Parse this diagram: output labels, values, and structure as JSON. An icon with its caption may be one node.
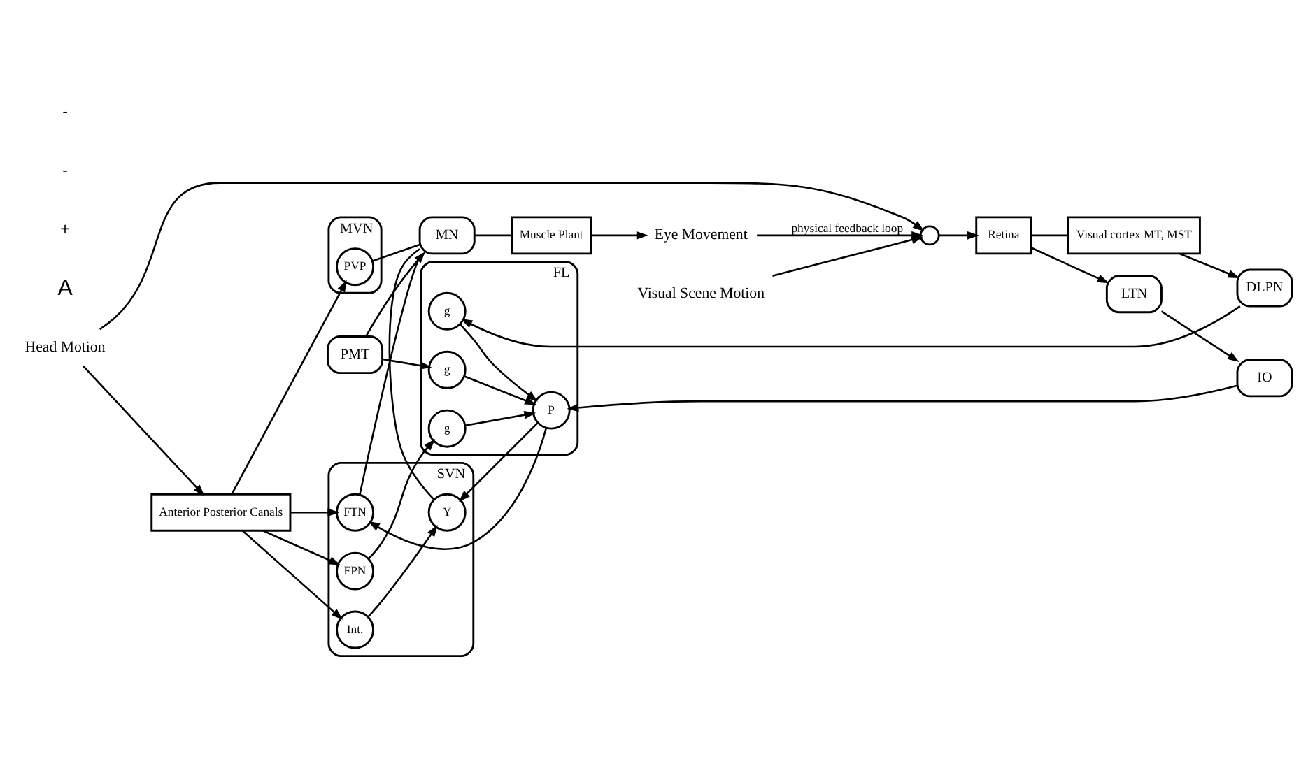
{
  "diagram": {
    "nodes": [
      {
        "text": [
          "Visual Scene Motion"
        ]
      },
      {
        "text": [],
        "shape": "circle"
      },
      {
        "text": [
          "Retina"
        ]
      },
      {
        "text": [
          "Visual cortex MT, MST"
        ]
      },
      {
        "text": [
          "DLPN"
        ]
      },
      {
        "text": [
          "FL"
        ]
      },
      {
        "text": [
          "g"
        ],
        "in": 5
      },
      {
        "text": [
          "g"
        ],
        "in": 5
      },
      {
        "text": [
          "g"
        ],
        "in": 5
      },
      {
        "text": [
          "P"
        ],
        "in": 5
      },
      {
        "text": [
          "LTN"
        ]
      },
      {
        "text": [
          "IO"
        ]
      },
      {
        "text": [
          "PMT"
        ]
      },
      {
        "text": [
          "Head Motion"
        ]
      },
      {
        "text": [
          "Anterior Posterior Canals"
        ]
      },
      {
        "text": [
          "SVN"
        ]
      },
      {
        "text": [
          "FPN"
        ],
        "in": 15
      },
      {
        "text": [
          "Int."
        ],
        "in": 15
      },
      {
        "text": [
          "FTN"
        ],
        "in": 15
      },
      {
        "text": [
          "Y"
        ],
        "in": 15
      },
      {
        "text": [
          "MN"
        ]
      },
      {
        "text": [
          "Muscle Plant"
        ]
      },
      {
        "text": [
          "Eye Movement"
        ]
      },
      {
        "text": [
          "MVN"
        ]
      },
      {
        "text": [
          "PVP"
        ],
        "in": 23
      }
    ],
    "edges": [
      {
        "from": 0,
        "to": 1,
        "arrow": "to"
      },
      {
        "from": 1,
        "to": 2,
        "arrow": "to"
      },
      {
        "from": 2,
        "to": 3,
        "arrow": "none"
      },
      {
        "from": 3,
        "to": 4,
        "arrow": "to"
      },
      {
        "from": 2,
        "to": 10,
        "arrow": "to"
      },
      {
        "from": 4,
        "to": 7,
        "arrow": "to"
      },
      {
        "from": 12,
        "to": 6,
        "arrow": "to"
      },
      {
        "from": 16,
        "to": 8,
        "arrow": "to"
      },
      {
        "from": 6,
        "to": 9,
        "arrow": "to"
      },
      {
        "from": 7,
        "to": 9,
        "arrow": "to"
      },
      {
        "from": 8,
        "to": 9,
        "arrow": "to"
      },
      {
        "from": 10,
        "to": 11,
        "arrow": "to"
      },
      {
        "from": 11,
        "to": 9,
        "arrow": "to"
      },
      {
        "from": 9,
        "to": 18,
        "arrow": "to"
      },
      {
        "from": 9,
        "to": 19,
        "arrow": "to"
      },
      {
        "from": 13,
        "to": 14,
        "arrow": "to"
      },
      {
        "from": 13,
        "to": 1,
        "arrow": "to"
      },
      {
        "from": 14,
        "to": 16,
        "arrow": "to"
      },
      {
        "from": 14,
        "to": 17,
        "arrow": "to"
      },
      {
        "from": 14,
        "to": 18,
        "arrow": "to"
      },
      {
        "from": 14,
        "to": 24,
        "arrow": "to"
      },
      {
        "from": 17,
        "to": 19,
        "arrow": "to"
      },
      {
        "from": 19,
        "to": 20,
        "arrow": "none"
      },
      {
        "from": 18,
        "to": 20,
        "arrow": "none"
      },
      {
        "from": 24,
        "to": 20,
        "arrow": "none"
      },
      {
        "from": 12,
        "to": 20,
        "arrow": "to"
      },
      {
        "from": 20,
        "to": 21,
        "arrow": "none"
      },
      {
        "from": 21,
        "to": 22,
        "arrow": "to"
      },
      {
        "from": 22,
        "to": 1,
        "arrow": "to",
        "label": "physical feedback loop"
      }
    ],
    "labels": [
      "A",
      "+",
      "-",
      "-"
    ]
  }
}
